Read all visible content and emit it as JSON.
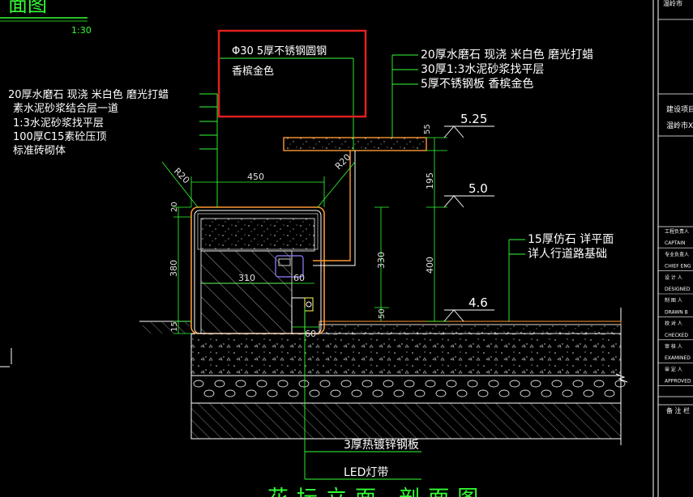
{
  "drawing": {
    "title_fragment": "面图",
    "scale": "1:30",
    "bottom_title_fragment": "花坛立面 剖面图",
    "colors": {
      "background": "#000000",
      "linework": "#ffffff",
      "leader": "#33ff33",
      "dimension": "#ffff55",
      "highlight_box": "#e02020",
      "steel": "#ff9933",
      "border": "#ffffff"
    }
  },
  "notes": {
    "left_wall": [
      "20厚水磨石  现浇  米白色  磨光打蜡",
      "素水泥砂浆结合层一道",
      "1:3水泥砂浆找平层",
      "100厚C15素砼压顶",
      "标准砖砌体"
    ],
    "highlight": [
      "Φ30  5厚不锈钢圆钢",
      "香槟金色"
    ],
    "right_top": [
      "20厚水磨石  现浇  米白色  磨光打蜡",
      "30厚1:3水泥砂浆找平层",
      "5厚不锈钢板  香槟金色"
    ],
    "paving": [
      "15厚仿石  详平面",
      "详人行道路基础"
    ],
    "bottom": [
      "3厚热镀锌钢板",
      "LED灯带"
    ]
  },
  "elevations": [
    "5.25",
    "5.0",
    "4.6"
  ],
  "dimensions": {
    "wall_width": "450",
    "inner_width": "310",
    "steel_gap": "60",
    "base_gap": "60",
    "radius_left": "R20",
    "radius_right": "R20",
    "top_20": "20",
    "height_380": "380",
    "base_15": "15",
    "seat_55": "55",
    "seat_195": "195",
    "seat_400": "400",
    "post_330": "330",
    "post_50": "50"
  },
  "title_block": {
    "project_label": "建设项目",
    "project_value": "温岭市X",
    "rows": [
      "工程负责人",
      "CAPTAIN",
      "专业负责人",
      "CHIEF ENG",
      "设 计 人",
      "DESIGNED",
      "制 图 人",
      "DRAWN B",
      "校 对 人",
      "CHECKED",
      "审 核 人",
      "EXAMINED",
      "审 定 人",
      "APPROVED"
    ],
    "footer": "备 注 栏",
    "top_fragment": "温岭市"
  }
}
